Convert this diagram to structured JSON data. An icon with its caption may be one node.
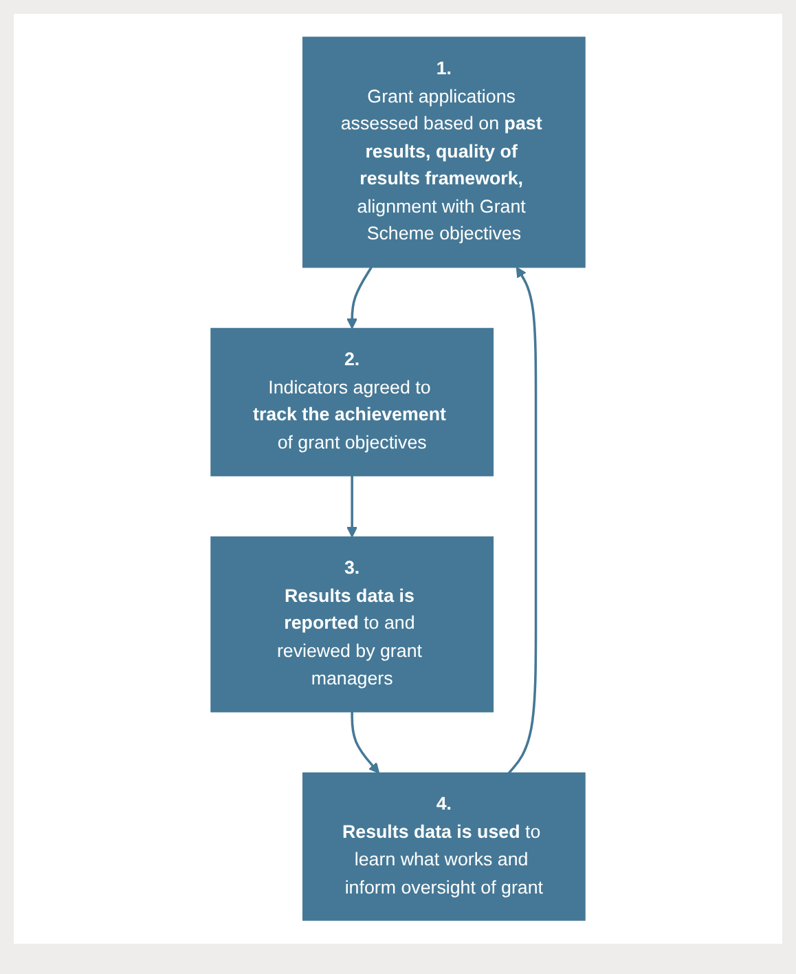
{
  "diagram": {
    "nodes": [
      {
        "text": [
          "1.",
          "Grant applications assessed based on **past results, quality of results framework,** alignment with Grant Scheme objectives"
        ]
      },
      {
        "text": [
          "2.",
          "Indicators agreed to **track the achievement** of grant objectives"
        ]
      },
      {
        "text": [
          "3.",
          "**Results data is reported** to and reviewed by grant managers"
        ]
      },
      {
        "text": [
          "4.",
          "**Results data is used** to learn what works and inform oversight of grant"
        ]
      }
    ],
    "edges": [
      {
        "from": 0,
        "to": 1,
        "arrow": "to"
      },
      {
        "from": 1,
        "to": 2,
        "arrow": "to"
      },
      {
        "from": 2,
        "to": 3,
        "arrow": "to"
      },
      {
        "from": 3,
        "to": 0,
        "arrow": "to"
      }
    ]
  }
}
